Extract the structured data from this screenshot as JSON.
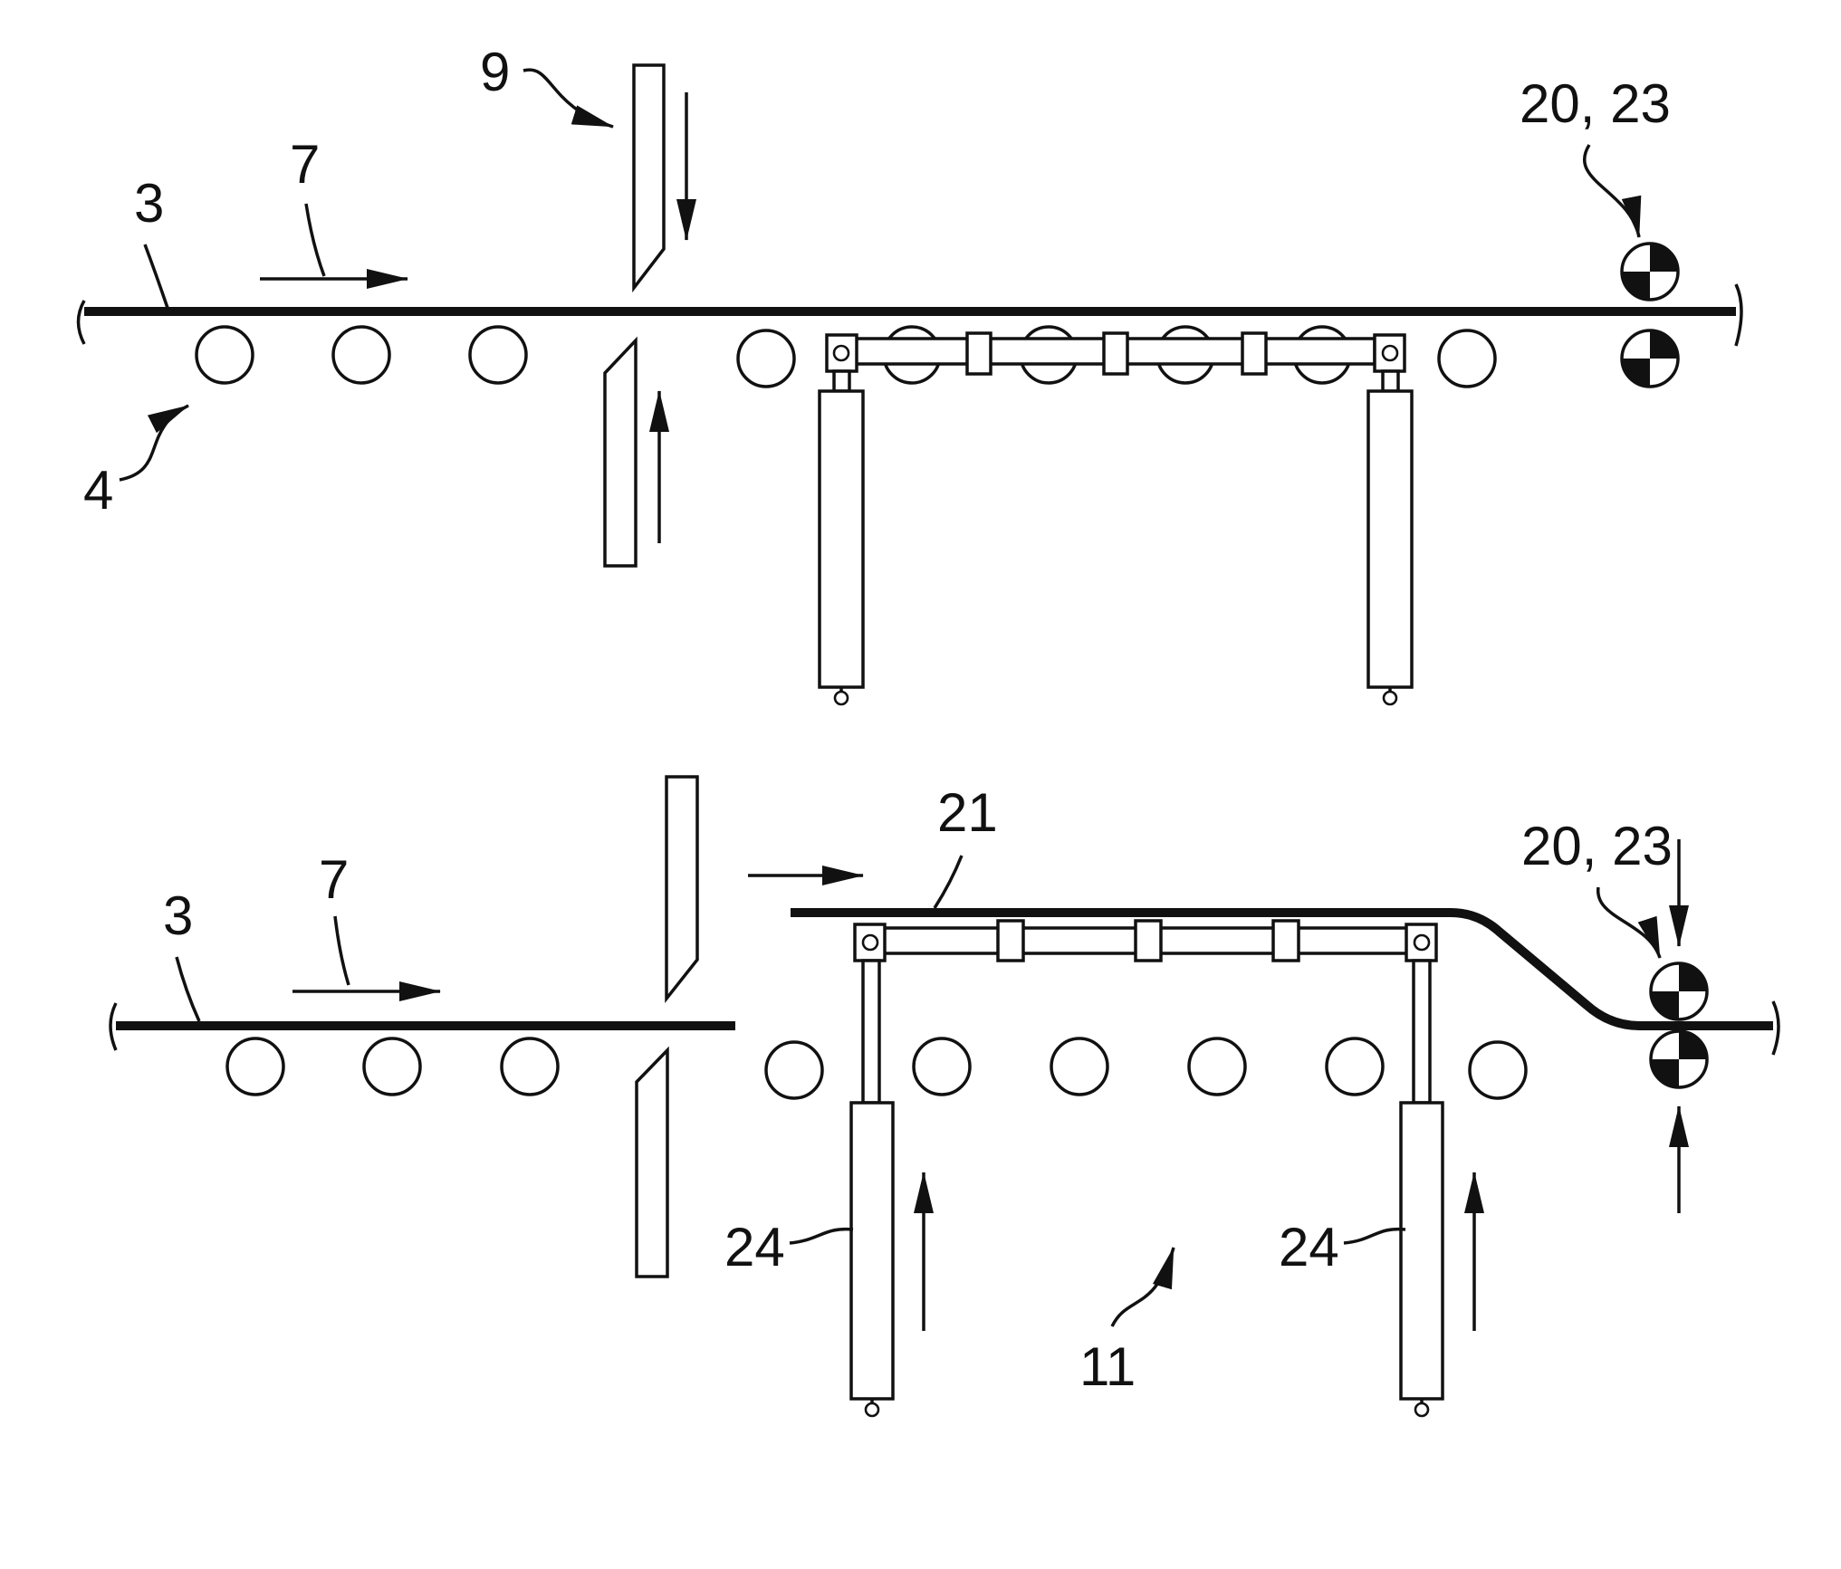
{
  "colors": {
    "ink": "#111111",
    "background": "#ffffff"
  },
  "top_view": {
    "label_strip": "3",
    "label_roller_table": "4",
    "label_travel_direction": "7",
    "label_shear": "9",
    "label_driver_rolls": "20, 23"
  },
  "bottom_view": {
    "label_strip": "3",
    "label_travel_direction": "7",
    "label_lifted_strip": "21",
    "label_driver_rolls": "20, 23",
    "label_cylinder_left": "24",
    "label_cylinder_right": "24",
    "label_lifting_device": "11"
  }
}
